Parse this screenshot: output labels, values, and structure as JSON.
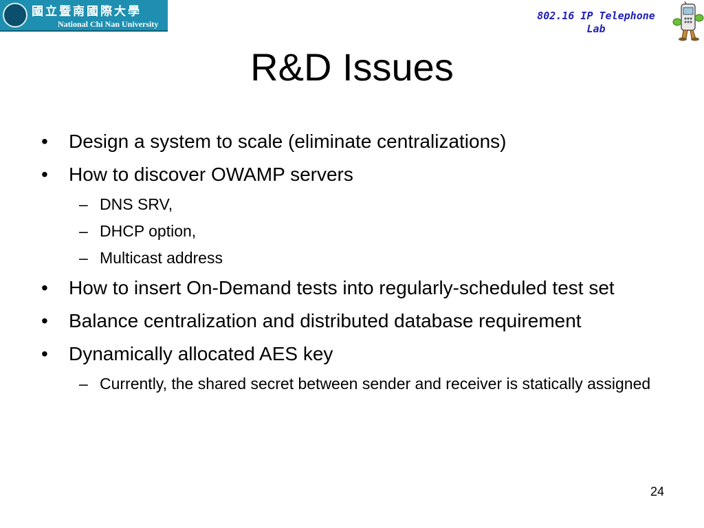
{
  "header": {
    "university_name_cn": "國立暨南國際大學",
    "university_name_en": "National Chi Nan University",
    "lab_line1": "802.16 IP Telephone",
    "lab_line2": "Lab"
  },
  "slide": {
    "title": "R&D Issues",
    "page_number": "24",
    "bullets": [
      {
        "text": "Design a system to scale (eliminate centralizations)"
      },
      {
        "text": "How to discover OWAMP servers",
        "sub": [
          "DNS SRV,",
          "DHCP option,",
          "Multicast address"
        ]
      },
      {
        "text": "How to insert On-Demand tests into regularly-scheduled test set"
      },
      {
        "text": "Balance centralization and distributed database requirement"
      },
      {
        "text": "Dynamically allocated AES key",
        "sub": [
          "Currently, the shared secret between sender and receiver is statically assigned"
        ]
      }
    ],
    "bullet_symbol": "•",
    "dash_symbol": "–"
  },
  "colors": {
    "logo_background": "#1e8fb0",
    "lab_text": "#1f1fb8"
  },
  "icons": [
    "university-emblem-icon",
    "cartoon-phone-icon"
  ]
}
